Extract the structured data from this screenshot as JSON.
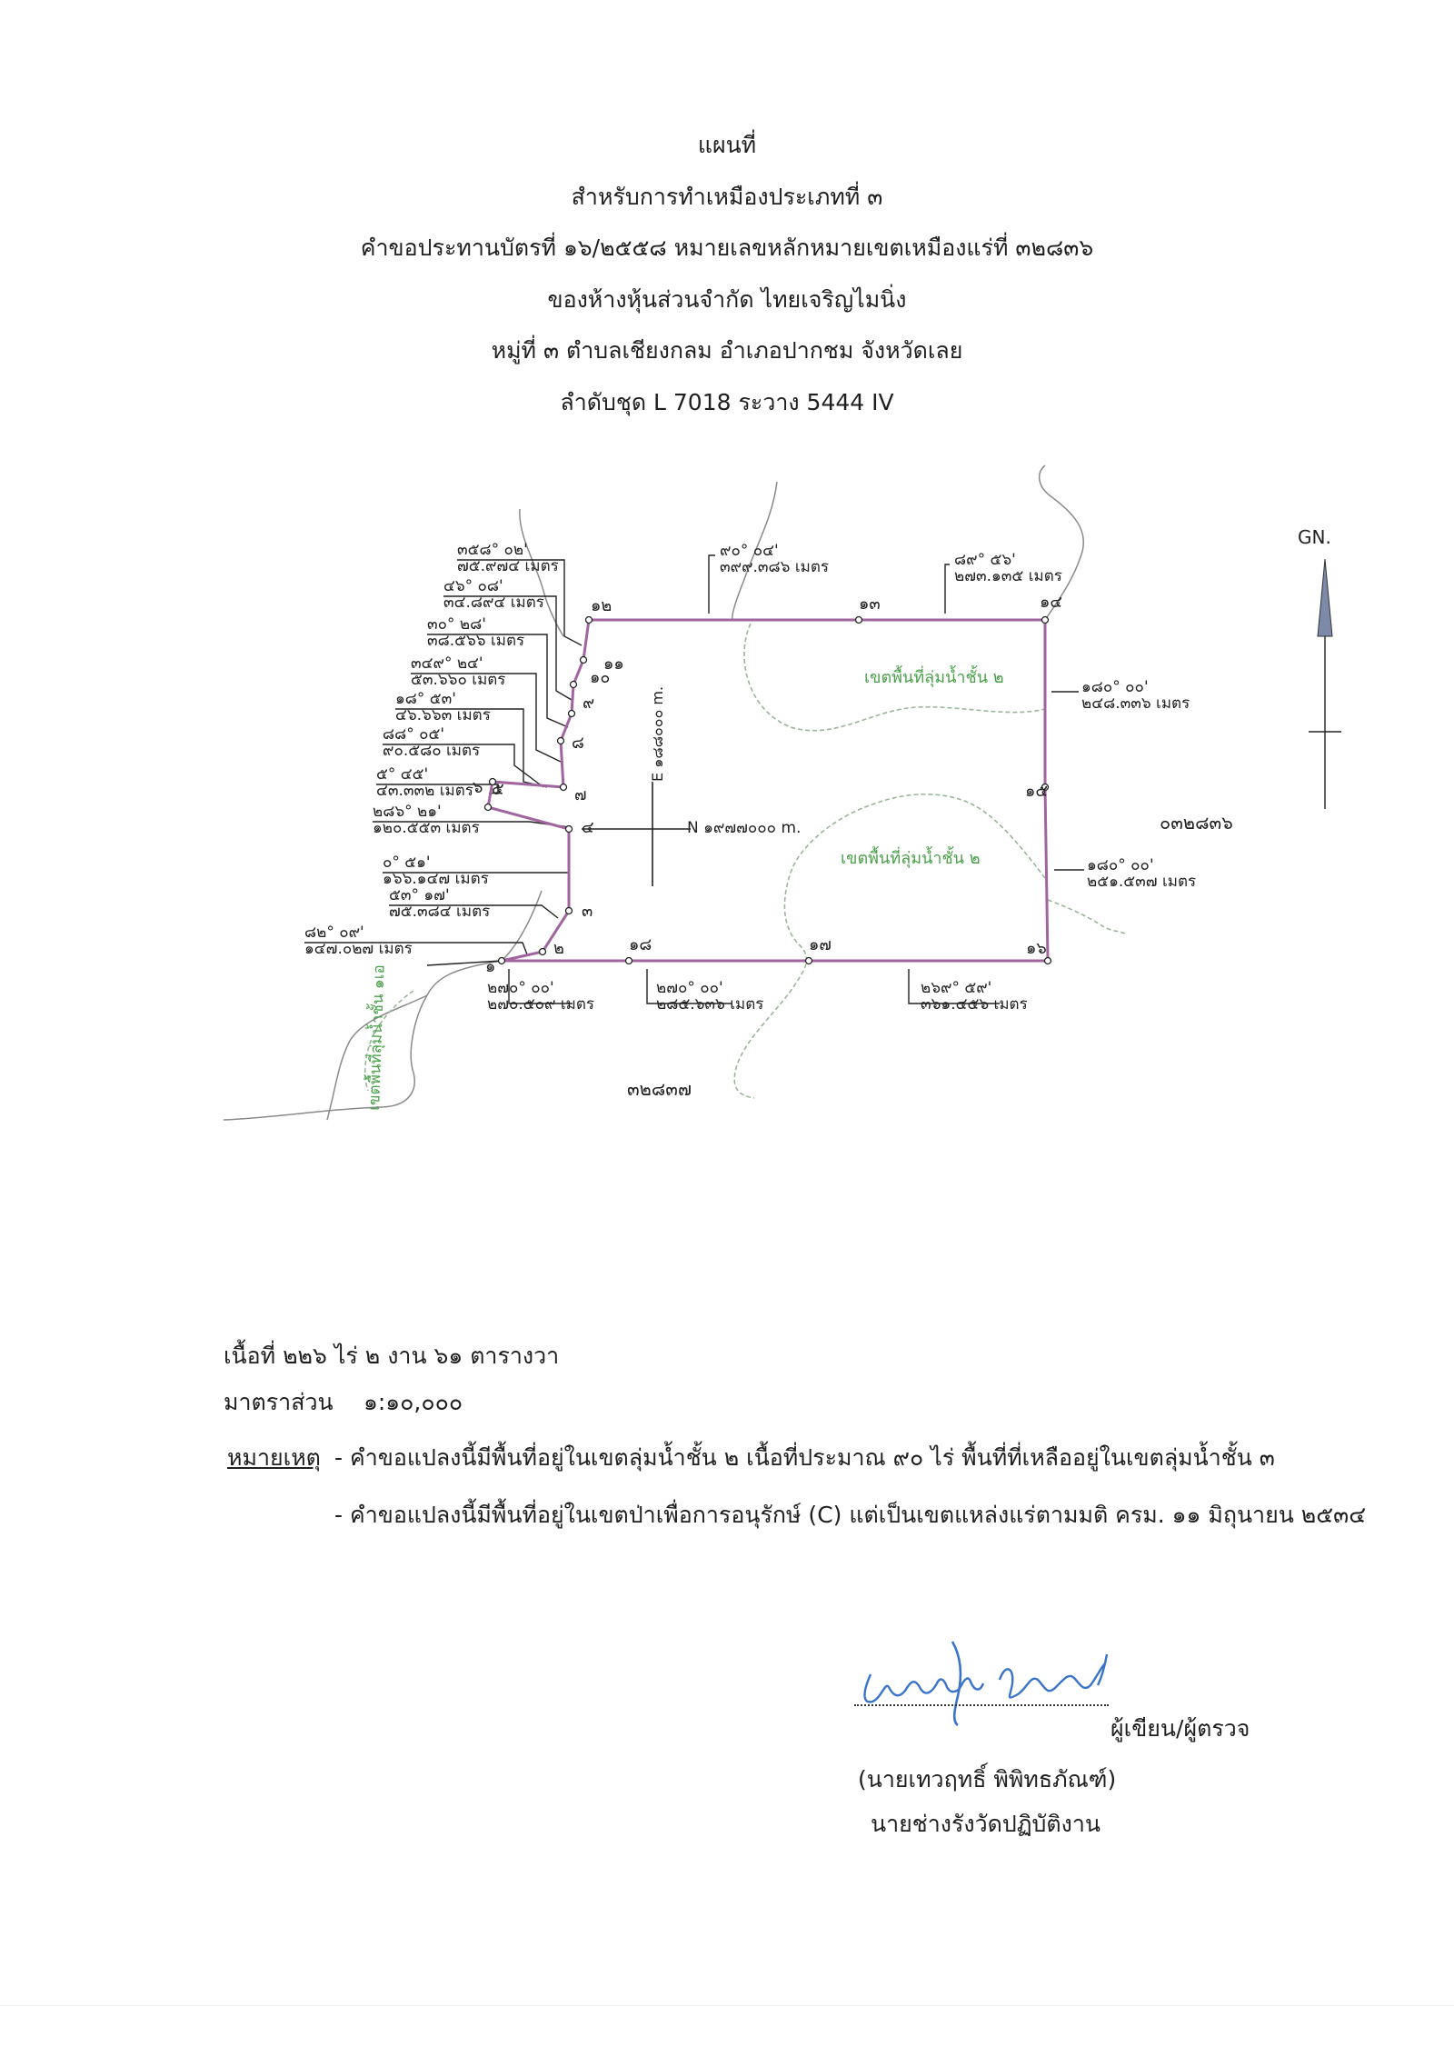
{
  "title": {
    "line1": "แผนที่",
    "line2": "สำหรับการทำเหมืองประเภทที่ ๓",
    "line3": "คำขอประทานบัตรที่  ๑๖/๒๕๕๘  หมายเลขหลักหมายเขตเหมืองแร่ที่  ๓๒๘๓๖",
    "line4": "ของห้างหุ้นส่วนจำกัด  ไทยเจริญไมนิ่ง",
    "line5": "หมู่ที่  ๓  ตำบลเชียงกลม   อำเภอปากชม   จังหวัดเลย",
    "line6": "ลำดับชุด  L 7018  ระวาง  5444  IV"
  },
  "map": {
    "north_arrow_label": "GN.",
    "grid_easting_label": "E ๑๘๘๐๐๐ m.",
    "grid_northing_label": "N ๑๙๗๗๐๐๐ m.",
    "zone_label_upper": "เขตพื้นที่ลุ่มน้ำชั้น ๒",
    "zone_label_lower": "เขตพื้นที่ลุ่มน้ำชั้น ๒",
    "zone_label_left": "เขตพื้นที่ลุ่มน้ำชั้น ๑เอ",
    "adjacent_east": "๐๓๒๘๓๖",
    "adjacent_south": "๓๒๘๓๗",
    "boundary_color": "#a0659e",
    "zone_line_color": "#9ab59a",
    "zone_text_color": "#4aa04a",
    "points": [
      {
        "label": "๑"
      },
      {
        "label": "๒"
      },
      {
        "label": "๓"
      },
      {
        "label": "๔"
      },
      {
        "label": "๕"
      },
      {
        "label": "๖"
      },
      {
        "label": "๗"
      },
      {
        "label": "๘"
      },
      {
        "label": "๙"
      },
      {
        "label": "๑๐"
      },
      {
        "label": "๑๑"
      },
      {
        "label": "๑๒"
      },
      {
        "label": "๑๓"
      },
      {
        "label": "๑๔"
      },
      {
        "label": "๑๕"
      },
      {
        "label": "๑๖"
      },
      {
        "label": "๑๗"
      },
      {
        "label": "๑๘"
      }
    ],
    "bearings": [
      {
        "angle": "๓๕๘° ๐๒'",
        "distance": "๗๕.๙๗๔ เมตร"
      },
      {
        "angle": "๔๖° ๐๘'",
        "distance": "๓๔.๘๙๔ เมตร"
      },
      {
        "angle": "๓๐° ๒๘'",
        "distance": "๓๘.๕๖๖ เมตร"
      },
      {
        "angle": "๓๔๙° ๒๔'",
        "distance": "๕๓.๖๖๐ เมตร"
      },
      {
        "angle": "๑๘° ๕๓'",
        "distance": "๔๖.๖๖๓ เมตร"
      },
      {
        "angle": "๘๘° ๐๕'",
        "distance": "๙๐.๕๘๐ เมตร"
      },
      {
        "angle": "๕° ๔๕'",
        "distance": "๔๓.๓๓๒ เมตร"
      },
      {
        "angle": "๒๘๖° ๒๑'",
        "distance": "๑๒๐.๕๕๓ เมตร"
      },
      {
        "angle": "๐° ๕๑'",
        "distance": "๑๖๖.๑๔๗ เมตร"
      },
      {
        "angle": "๕๓° ๑๗'",
        "distance": "๗๕.๓๘๔ เมตร"
      },
      {
        "angle": "๘๒° ๐๙'",
        "distance": "๑๔๗.๐๒๗ เมตร"
      },
      {
        "angle": "๙๐° ๐๔'",
        "distance": "๓๙๙.๓๘๖ เมตร"
      },
      {
        "angle": "๘๙° ๕๖'",
        "distance": "๒๗๓.๑๓๕ เมตร"
      },
      {
        "angle": "๑๘๐° ๐๐'",
        "distance": "๒๔๘.๓๓๖ เมตร"
      },
      {
        "angle": "๑๘๐° ๐๐'",
        "distance": "๒๕๑.๕๓๗ เมตร"
      },
      {
        "angle": "๒๗๐° ๐๐'",
        "distance": "๒๗๐.๕๐๙ เมตร"
      },
      {
        "angle": "๒๗๐° ๐๐'",
        "distance": "๒๘๕.๖๓๖ เมตร"
      },
      {
        "angle": "๒๖๙° ๕๙'",
        "distance": "๓๖๑.๔๕๖ เมตร"
      }
    ]
  },
  "area_text": "เนื้อที่ ๒๒๖  ไร่  ๒  งาน  ๖๑  ตารางวา",
  "scale": {
    "label": "มาตราส่วน",
    "value": "๑:๑๐,๐๐๐"
  },
  "remarks": {
    "label": "หมายเหตุ",
    "item1": "- คำขอแปลงนี้มีพื้นที่อยู่ในเขตลุ่มน้ำชั้น ๒ เนื้อที่ประมาณ  ๙๐ ไร่  พื้นที่ที่เหลืออยู่ในเขตลุ่มน้ำชั้น ๓",
    "item2": "- คำขอแปลงนี้มีพื้นที่อยู่ในเขตป่าเพื่อการอนุรักษ์ (C) แต่เป็นเขตแหล่งแร่ตามมติ ครม. ๑๑ มิถุนายน ๒๕๓๔"
  },
  "signature": {
    "handwriting": "เทวฤทธิ์ พิพิทธภัณฑ์",
    "role": "ผู้เขียน/ผู้ตรวจ",
    "name": "(นายเทวฤทธิ์   พิพิทธภัณฑ์)",
    "position": "นายช่างรังวัดปฏิบัติงาน",
    "ink_color": "#3a74c9"
  }
}
